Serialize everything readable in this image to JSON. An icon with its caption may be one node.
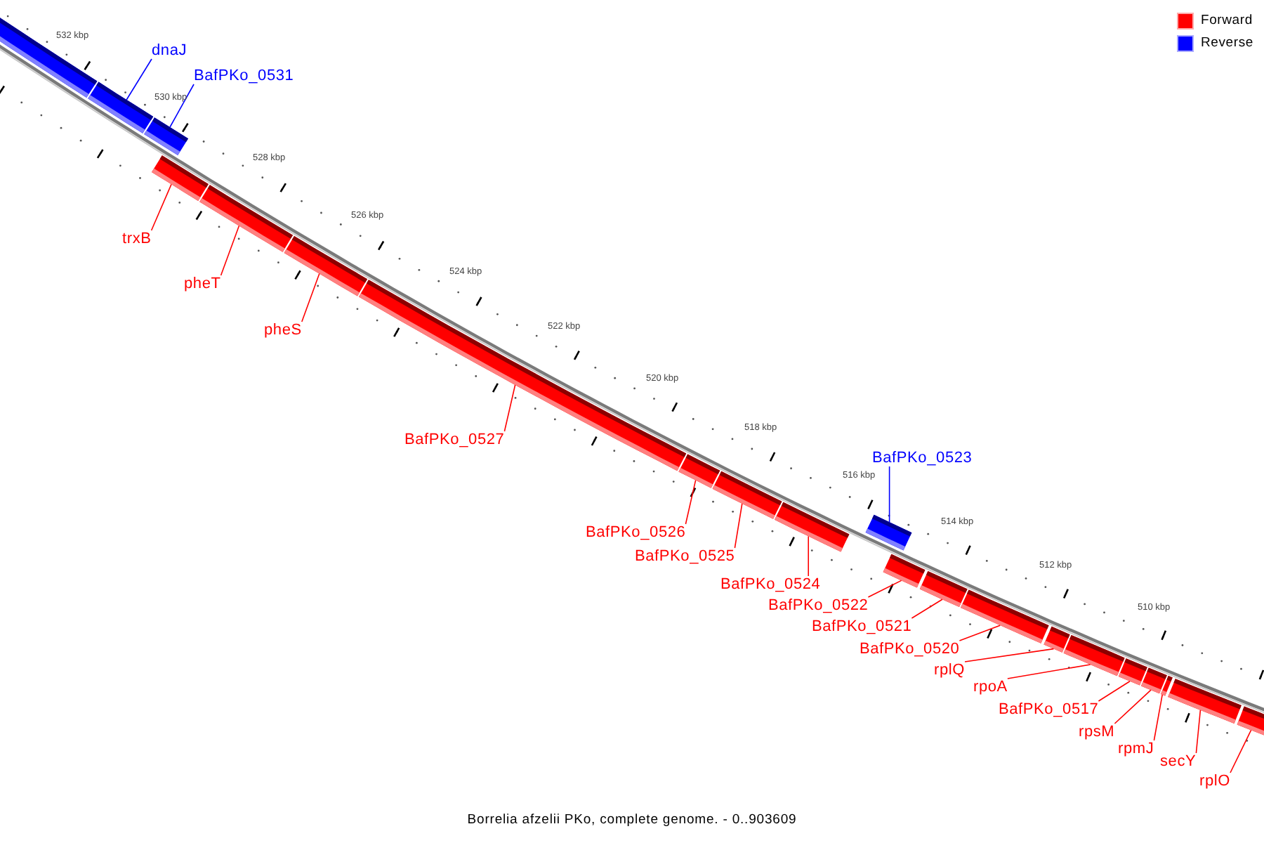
{
  "diagram": {
    "caption": "Borrelia afzelii PKo, complete genome. - 0..903609",
    "nodes": [
      {
        "text": [],
        "shape": "bar"
      },
      {
        "text": [
          "dnaJ"
        ]
      },
      {
        "text": [],
        "shape": "bar"
      },
      {
        "text": [
          "BafPKo_0531"
        ]
      },
      {
        "text": [],
        "shape": "bar"
      },
      {
        "text": [
          "trxB"
        ]
      },
      {
        "text": [],
        "shape": "bar"
      },
      {
        "text": [
          "pheT"
        ]
      },
      {
        "text": [],
        "shape": "bar"
      },
      {
        "text": [
          "pheS"
        ]
      },
      {
        "text": [],
        "shape": "bar"
      },
      {
        "text": [
          "BafPKo_0527"
        ]
      },
      {
        "text": [],
        "shape": "bar"
      },
      {
        "text": [
          "BafPKo_0526"
        ]
      },
      {
        "text": [],
        "shape": "bar"
      },
      {
        "text": [
          "BafPKo_0525"
        ]
      },
      {
        "text": [],
        "shape": "bar"
      },
      {
        "text": [
          "BafPKo_0524"
        ]
      },
      {
        "text": [],
        "shape": "bar"
      },
      {
        "text": [
          "BafPKo_0523"
        ]
      },
      {
        "text": [],
        "shape": "bar"
      },
      {
        "text": [
          "BafPKo_0522"
        ]
      },
      {
        "text": [],
        "shape": "bar"
      },
      {
        "text": [
          "BafPKo_0521"
        ]
      },
      {
        "text": [],
        "shape": "bar"
      },
      {
        "text": [
          "BafPKo_0520"
        ]
      },
      {
        "text": [],
        "shape": "bar"
      },
      {
        "text": [
          "rplQ"
        ]
      },
      {
        "text": [],
        "shape": "bar"
      },
      {
        "text": [
          "rpoA"
        ]
      },
      {
        "text": [],
        "shape": "bar"
      },
      {
        "text": [
          "BafPKo_0517"
        ]
      },
      {
        "text": [],
        "shape": "bar"
      },
      {
        "text": [
          "rpsM"
        ]
      },
      {
        "text": [],
        "shape": "bar"
      },
      {
        "text": [
          "rpmJ"
        ]
      },
      {
        "text": [],
        "shape": "bar"
      },
      {
        "text": [
          "secY"
        ]
      },
      {
        "text": [],
        "shape": "bar"
      },
      {
        "text": [
          "rplO"
        ]
      },
      {
        "text": [],
        "shape": "bar"
      }
    ],
    "edges": [
      {
        "from": 1,
        "to": 2,
        "arrow": "none",
        "color": "#0000ff"
      },
      {
        "from": 3,
        "to": 4,
        "arrow": "none",
        "color": "#0000ff"
      },
      {
        "from": 5,
        "to": 6,
        "arrow": "none"
      },
      {
        "from": 7,
        "to": 8,
        "arrow": "none"
      },
      {
        "from": 9,
        "to": 10,
        "arrow": "none"
      },
      {
        "from": 11,
        "to": 12,
        "arrow": "none"
      },
      {
        "from": 13,
        "to": 14,
        "arrow": "none"
      },
      {
        "from": 15,
        "to": 16,
        "arrow": "none"
      },
      {
        "from": 17,
        "to": 18,
        "arrow": "none"
      },
      {
        "from": 19,
        "to": 20,
        "arrow": "none",
        "color": "#0000ff"
      },
      {
        "from": 21,
        "to": 22,
        "arrow": "none"
      },
      {
        "from": 23,
        "to": 24,
        "arrow": "none"
      },
      {
        "from": 25,
        "to": 26,
        "arrow": "none"
      },
      {
        "from": 27,
        "to": 28,
        "arrow": "none"
      },
      {
        "from": 29,
        "to": 30,
        "arrow": "none"
      },
      {
        "from": 31,
        "to": 32,
        "arrow": "none"
      },
      {
        "from": 33,
        "to": 34,
        "arrow": "none"
      },
      {
        "from": 35,
        "to": 36,
        "arrow": "none"
      },
      {
        "from": 37,
        "to": 38,
        "arrow": "none"
      },
      {
        "from": 39,
        "to": 40,
        "arrow": "none"
      }
    ],
    "labels": [
      "532 kbp",
      "530 kbp",
      "528 kbp",
      "526 kbp",
      "524 kbp",
      "522 kbp",
      "520 kbp",
      "518 kbp",
      "516 kbp",
      "514 kbp",
      "512 kbp",
      "510 kbp"
    ],
    "legend": [
      {
        "text": "Forward",
        "color": "#ff0000"
      },
      {
        "text": "Reverse",
        "color": "#0000ff"
      }
    ]
  }
}
